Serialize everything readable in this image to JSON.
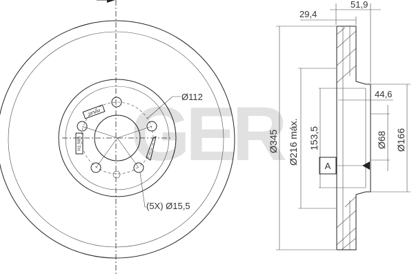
{
  "logo": {
    "text": "GER",
    "color": "#c8c8c8"
  },
  "front_view": {
    "pcd_label": "Ø112",
    "holes_label": "(5X) Ø15,5",
    "stamp_min": "28 MM",
    "stamp_th": "MIN TH"
  },
  "side_view": {
    "dim_total_width": "51,9",
    "dim_disc_thickness": "29,4",
    "dim_hat_depth": "44,6",
    "dim_outer_diameter": "Ø345",
    "dim_inner_diameter": "Ø216 máx.",
    "dim_height": "153,5",
    "dim_center_bore": "Ø68",
    "dim_hub_diameter": "Ø166",
    "datum_label": "A"
  }
}
